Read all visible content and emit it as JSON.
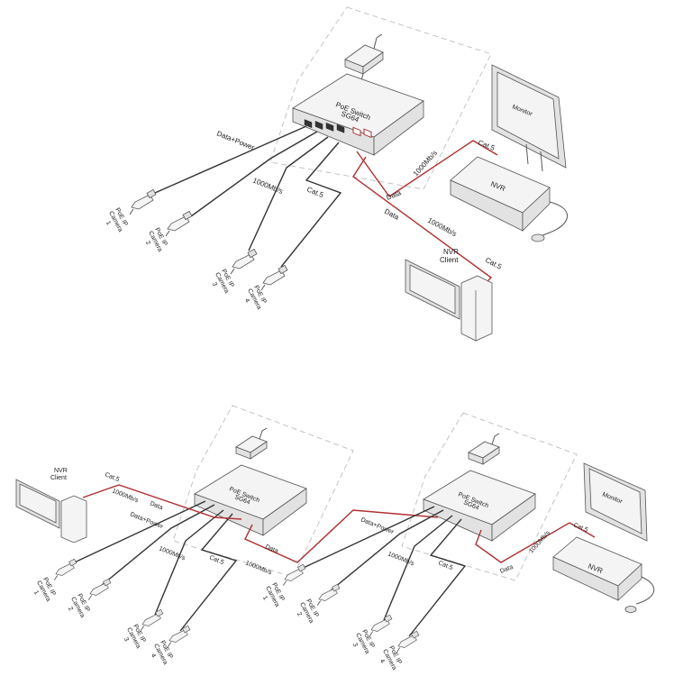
{
  "top": {
    "switch_title": "PoE Switch",
    "switch_model": "SG64",
    "cameras": [
      {
        "line1": "PoE IP",
        "line2": "Camera",
        "num": "1"
      },
      {
        "line1": "PoE IP",
        "line2": "Camera",
        "num": "2"
      },
      {
        "line1": "PoE IP",
        "line2": "Camera",
        "num": "3"
      },
      {
        "line1": "PoE IP",
        "line2": "Camera",
        "num": "4"
      }
    ],
    "labels": {
      "data_power": "Data+Power",
      "speed_cams": "1000Mb/s",
      "cat5_cams": "Cat.5",
      "data_nvr": "Data",
      "speed_nvr": "1000Mb/s",
      "cat5_monitor": "Cat.5",
      "data_client": "Data",
      "speed_client": "1000Mb/s",
      "cat5_client": "Cat.5"
    },
    "monitor": "Monitor",
    "nvr": "NVR",
    "client_line1": "NVR",
    "client_line2": "Client"
  },
  "bottom_left": {
    "switch_title": "PoE Switch",
    "switch_model": "SG64",
    "client_line1": "NVR",
    "client_line2": "Client",
    "cameras": [
      {
        "line1": "PoE IP",
        "line2": "Camera",
        "num": "1"
      },
      {
        "line1": "PoE IP",
        "line2": "Camera",
        "num": "2"
      },
      {
        "line1": "PoE IP",
        "line2": "Camera",
        "num": "3"
      },
      {
        "line1": "PoE IP",
        "line2": "Camera",
        "num": "4"
      }
    ],
    "labels": {
      "cat5_client": "Cat.5",
      "speed_client": "1000Mb/s",
      "data_client": "Data",
      "data_power": "Data+Power",
      "speed_cams": "1000Mb/s",
      "cat5_cams": "Cat.5",
      "data_link": "Data",
      "speed_link": "1000Mb/s"
    }
  },
  "bottom_right": {
    "switch_title": "PoE Switch",
    "switch_model": "SG64",
    "cameras": [
      {
        "line1": "PoE IP",
        "line2": "Camera",
        "num": "1"
      },
      {
        "line1": "PoE IP",
        "line2": "Camera",
        "num": "2"
      },
      {
        "line1": "PoE IP",
        "line2": "Camera",
        "num": "3"
      },
      {
        "line1": "PoE IP",
        "line2": "Camera",
        "num": "4"
      }
    ],
    "labels": {
      "data_power": "Data+Power",
      "speed_cams": "1000Mb/s",
      "cat5_cams": "Cat.5",
      "data_nvr": "Data",
      "speed_nvr": "1000Mb/s",
      "cat5_monitor": "Cat.5"
    },
    "monitor": "Monitor",
    "nvr": "NVR"
  },
  "colors": {
    "data_cable": "#b03030",
    "poe_cable": "#333333",
    "boundary": "#bdbdbd"
  }
}
